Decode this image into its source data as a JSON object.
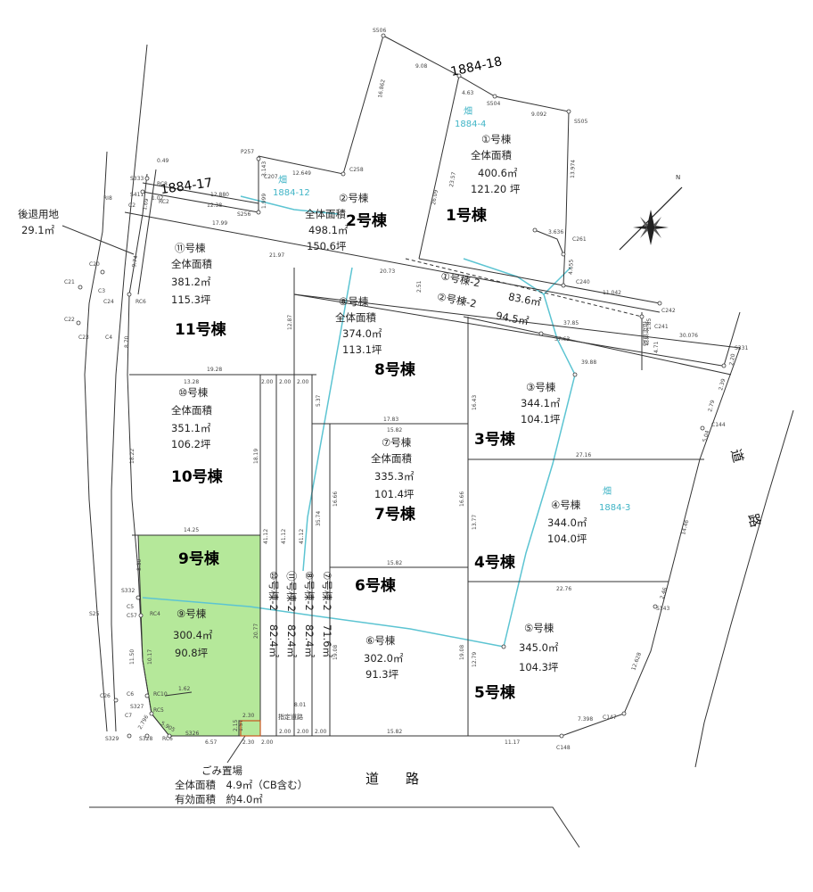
{
  "lot_numbers": {
    "lot_1884_18": "1884-18",
    "lot_1884_17": "1884-17"
  },
  "cyan_labels": {
    "c1_pre": "畑",
    "c1": "1884-4",
    "c12_pre": "畑",
    "c12": "1884-12",
    "c3_pre": "畑",
    "c3": "1884-3"
  },
  "setback": {
    "label": "後退用地",
    "area": "29.1㎡"
  },
  "houses": [
    {
      "id": "h1",
      "bold": "1号棟",
      "name": "①号棟",
      "sub": "全体面積",
      "area": "400.6㎡",
      "tsubo": "121.20 坪"
    },
    {
      "id": "h2",
      "bold": "2号棟",
      "name": "②号棟",
      "sub": "全体面積",
      "area": "498.1㎡",
      "tsubo": "150.6坪"
    },
    {
      "id": "h3",
      "bold": "3号棟",
      "name": "③号棟",
      "sub": "",
      "area": "344.1㎡",
      "tsubo": "104.1坪"
    },
    {
      "id": "h4",
      "bold": "4号棟",
      "name": "④号棟",
      "sub": "",
      "area": "344.0㎡",
      "tsubo": "104.0坪"
    },
    {
      "id": "h5",
      "bold": "5号棟",
      "name": "⑤号棟",
      "sub": "",
      "area": "345.0㎡",
      "tsubo": "104.3坪"
    },
    {
      "id": "h6",
      "bold": "6号棟",
      "name": "⑥号棟",
      "sub": "",
      "area": "302.0㎡",
      "tsubo": "91.3坪"
    },
    {
      "id": "h7",
      "bold": "7号棟",
      "name": "⑦号棟",
      "sub": "全体面積",
      "area": "335.3㎡",
      "tsubo": "101.4坪"
    },
    {
      "id": "h8",
      "bold": "8号棟",
      "name": "⑧号棟",
      "sub": "全体面積",
      "area": "374.0㎡",
      "tsubo": "113.1坪"
    },
    {
      "id": "h9",
      "bold": "9号棟",
      "name": "⑨号棟",
      "sub": "",
      "area": "300.4㎡",
      "tsubo": "90.8坪"
    },
    {
      "id": "h10",
      "bold": "10号棟",
      "name": "⑩号棟",
      "sub": "全体面積",
      "area": "351.1㎡",
      "tsubo": "106.2坪"
    },
    {
      "id": "h11",
      "bold": "11号棟",
      "name": "⑪号棟",
      "sub": "全体面積",
      "area": "381.2㎡",
      "tsubo": "115.3坪"
    }
  ],
  "driveways": {
    "d1": "①号棟-2",
    "d1_area": "83.6㎡",
    "d2": "②号棟-2",
    "d2_area": "94.5㎡",
    "v10": "⑩号棟-2",
    "v10_area": "82.4㎡",
    "v11": "⑪号棟-2",
    "v11_area": "82.4㎡",
    "v8": "⑧号棟-2",
    "v8_area": "82.4㎡",
    "v7": "⑦号棟-2",
    "v7_area": "71.6㎡",
    "fixed_road": "指定道路",
    "fixed_road_v": "指定道路"
  },
  "garbage": {
    "title": "ごみ置場",
    "line1": "全体面積　4.9㎡（CB含む）",
    "line2": "有効面積　約4.0㎡"
  },
  "roads": {
    "bottom": "道　　路",
    "right": "道路"
  },
  "north": "N",
  "highlight_color": "#b5e89a",
  "dims": {
    "d_9_08": "9.08",
    "d_4_63": "4.63",
    "d_9_092": "9.092",
    "d_16_862": "16.862",
    "d_13_974": "13.974",
    "d_23_57": "23.57",
    "d_26_09": "26.09",
    "d_3_636": "3.636",
    "d_4_655": "4.655",
    "d_11_042": "11.042",
    "d_0_49": "0.49",
    "d_12_649": "12.649",
    "d_3_143": "3.143",
    "d_12_880": "12.880",
    "d_12_38": "12.38",
    "d_1_999": "1.999",
    "d_17_99": "17.99",
    "d_21_97": "21.97",
    "d_20_73": "20.73",
    "d_2_51": "2.51",
    "d_37_85": "37.85",
    "d_37_63": "37.63",
    "d_30_076": "30.076",
    "d_39_88": "39.88",
    "d_4_71": "4.71",
    "d_1_85": "1.85",
    "d_2_20": "2.20",
    "d_2_39": "2.39",
    "d_2_79": "2.79",
    "d_5_04": "5.04",
    "d_14_46": "14.46",
    "d_2_46": "2.46",
    "d_12_628": "12.628",
    "d_7_398": "7.398",
    "d_11_17": "11.17",
    "d_15_82a": "15.82",
    "d_15_82b": "15.82",
    "d_15_82c": "15.82",
    "d_17_83": "17.83",
    "d_27_16": "27.16",
    "d_22_76": "22.76",
    "d_16_43": "16.43",
    "d_16_66a": "16.66",
    "d_16_66b": "16.66",
    "d_13_77": "13.77",
    "d_19_08a": "19.08",
    "d_19_08b": "19.08",
    "d_12_79": "12.79",
    "d_5_37": "5.37",
    "d_35_74": "35.74",
    "d_12_87": "12.87",
    "d_19_28": "19.28",
    "d_13_28": "13.28",
    "d_18_19": "18.19",
    "d_14_25": "14.25",
    "d_41_12a": "41.12",
    "d_41_12b": "41.12",
    "d_41_12c": "41.12",
    "d_2_00a": "2.00",
    "d_2_00b": "2.00",
    "d_2_00c": "2.00",
    "d_2_00d": "2.00",
    "d_2_00e": "2.00",
    "d_2_00f": "2.00",
    "d_2_00g": "2.00",
    "d_20_77": "20.77",
    "d_10_17": "10.17",
    "d_8_30": "8.30",
    "d_18_22": "18.22",
    "d_11_50": "11.50",
    "d_8_70": "8.70",
    "d_9_74": "9.74",
    "d_1_62": "1.62",
    "d_6_57": "6.57",
    "d_2_30a": "2.30",
    "d_2_30b": "2.30",
    "d_2_15": "2.15",
    "d_8_01": "8.01",
    "d_1_69": "1.69",
    "d_2_796": "2.796",
    "d_5_905": "5.905",
    "d_1_02": "1.02",
    "d_1_57": "1.57"
  },
  "points": {
    "s506": "S506",
    "s504": "S504",
    "s505": "S505",
    "p257": "P257",
    "c207": "C207",
    "c258": "C258",
    "s256": "S256",
    "s333": "S333",
    "s411": "S411",
    "c2": "C2",
    "rc8": "RC8",
    "rc2": "RC2",
    "ri8": "RI8",
    "c20": "C20",
    "c21": "C21",
    "c3": "C3",
    "c24": "C24",
    "rc6": "RC6",
    "c22": "C22",
    "c23": "C23",
    "c4": "C4",
    "c261": "C261",
    "c240": "C240",
    "c242": "C242",
    "c241": "C241",
    "s331": "S331",
    "c144": "C144",
    "s332": "S332",
    "c5": "C5",
    "c57": "C57",
    "s25": "S25",
    "rc4": "RC4",
    "c26": "C26",
    "c6": "C6",
    "s327": "S327",
    "c7": "C7",
    "rc10": "RC10",
    "rc5": "RC5",
    "s329": "S329",
    "s328": "S328",
    "rc6b": "RC6",
    "s326": "S326",
    "s143": "S143",
    "c147": "C147",
    "c148": "C148"
  }
}
